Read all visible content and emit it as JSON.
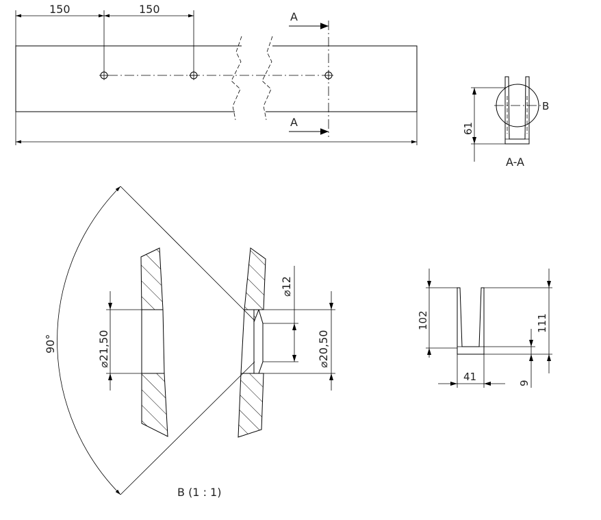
{
  "top_view": {
    "dim_first": "150",
    "dim_second": "150",
    "section_marker_top": "A",
    "section_marker_bottom": "A"
  },
  "section_view": {
    "dim_height": "61",
    "detail_marker": "B",
    "caption": "A-A"
  },
  "detail_view": {
    "angle": "90°",
    "dia_outer_left": "⌀21,50",
    "dia_small": "⌀12",
    "dia_outer_right": "⌀20,50",
    "caption": "B (1 : 1)"
  },
  "profile_view": {
    "dim_inner_height": "102",
    "dim_total_height": "111",
    "dim_width": "41",
    "dim_base": "9"
  }
}
